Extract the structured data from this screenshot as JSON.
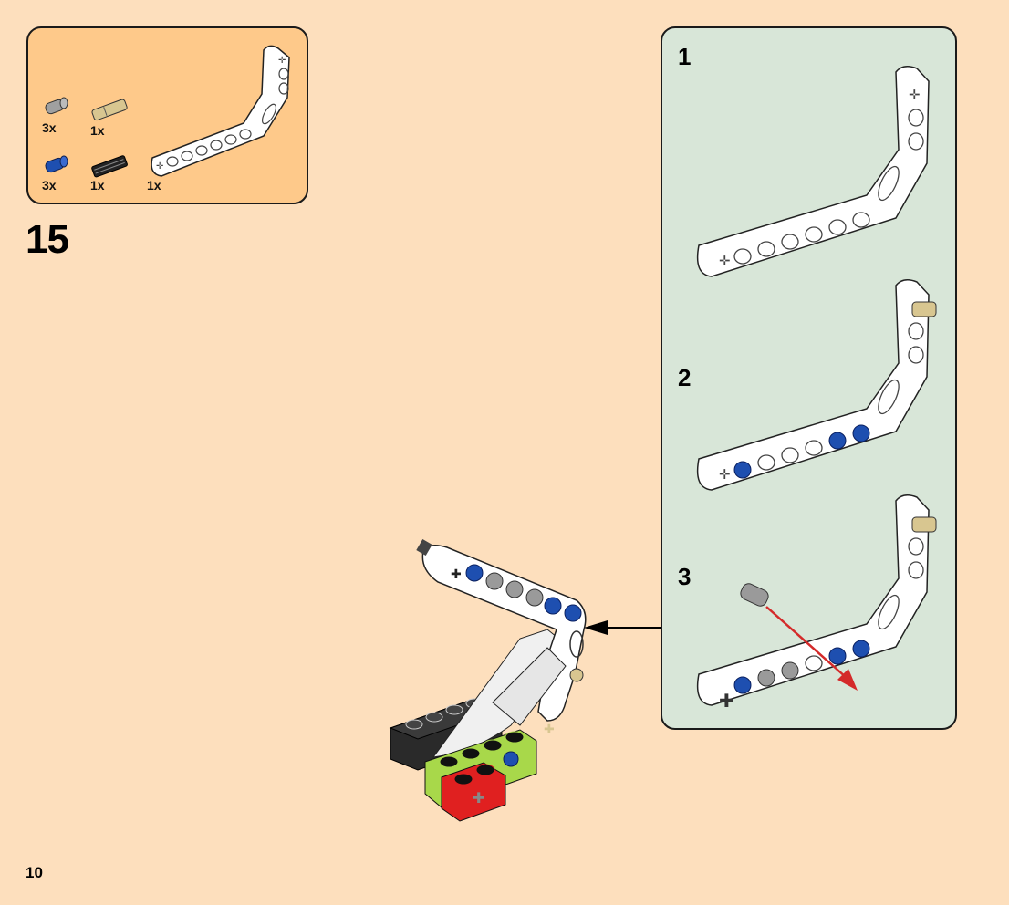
{
  "page": {
    "step_number": "15",
    "page_number": "10"
  },
  "parts_list": {
    "items": [
      {
        "name": "gray-friction-pin",
        "color": "#9a9a9a",
        "quantity": "3x"
      },
      {
        "name": "tan-axle-pin",
        "color": "#d8c690",
        "quantity": "1x"
      },
      {
        "name": "blue-pin-with-friction",
        "color": "#1e4fb0",
        "quantity": "3x"
      },
      {
        "name": "black-axle",
        "color": "#222222",
        "quantity": "1x"
      },
      {
        "name": "white-bent-liftarm",
        "color": "#ffffff",
        "quantity": "1x"
      }
    ]
  },
  "substeps": [
    {
      "label": "1"
    },
    {
      "label": "2"
    },
    {
      "label": "3"
    }
  ],
  "colors": {
    "page_background": "#fddfbd",
    "parts_box": "#fec98a",
    "substeps_box": "#d8e6d8",
    "pin_blue": "#1e4fb0",
    "pin_gray": "#9a9a9a",
    "pin_tan": "#d8c690",
    "arrow_red": "#d42a2a",
    "brick_lime": "#a8d84a",
    "brick_red": "#e02020",
    "brick_black": "#2a2a2a"
  }
}
